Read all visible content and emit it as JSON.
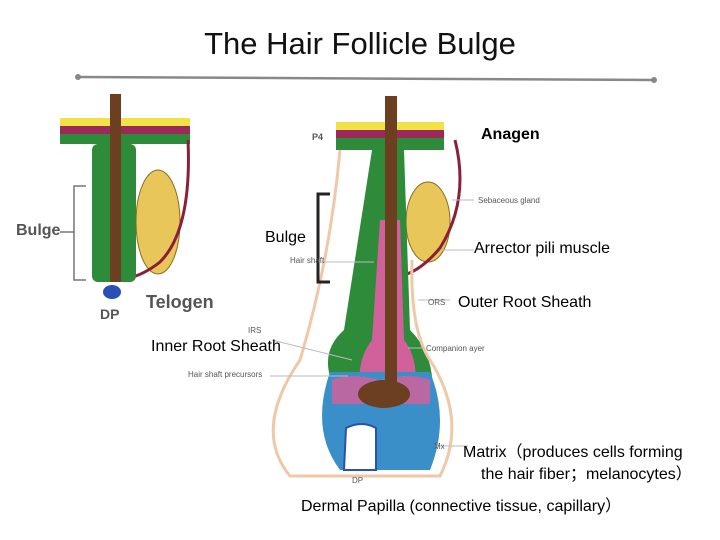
{
  "title": "The Hair Follicle Bulge",
  "labels": {
    "anagen": "Anagen",
    "bulge": "Bulge",
    "arrector": "Arrector pili muscle",
    "outer_root_sheath": "Outer Root Sheath",
    "inner_root_sheath": "Inner Root Sheath",
    "matrix_line1": "Matrix（produces cells forming",
    "matrix_line2": "the hair fiber；melanocytes）",
    "dermal_papilla": "Dermal Papilla (connective tissue, capillary）"
  },
  "figure_labels": {
    "bulge_left": "Bulge",
    "telogen": "Telogen",
    "dp_left": "DP",
    "p4": "P4",
    "sebaceous": "Sebaceous gland",
    "hair_shaft": "Hair shaft",
    "ors": "ORS",
    "irs": "IRS",
    "companion": "Companion ayer",
    "hair_precursors": "Hair shaft precursors",
    "mx": "Mx",
    "dp_right": "DP"
  },
  "colors": {
    "ors_green": "#2e8b3a",
    "irs_pink": "#d0619a",
    "matrix_blue": "#3b8fc8",
    "shaft_brown": "#6b3f1f",
    "sebaceous_yellow": "#e8c65a",
    "muscle_red": "#8b1f3a",
    "epidermis_yellow": "#f2e24a",
    "dp_blue": "#2a4fb5"
  }
}
